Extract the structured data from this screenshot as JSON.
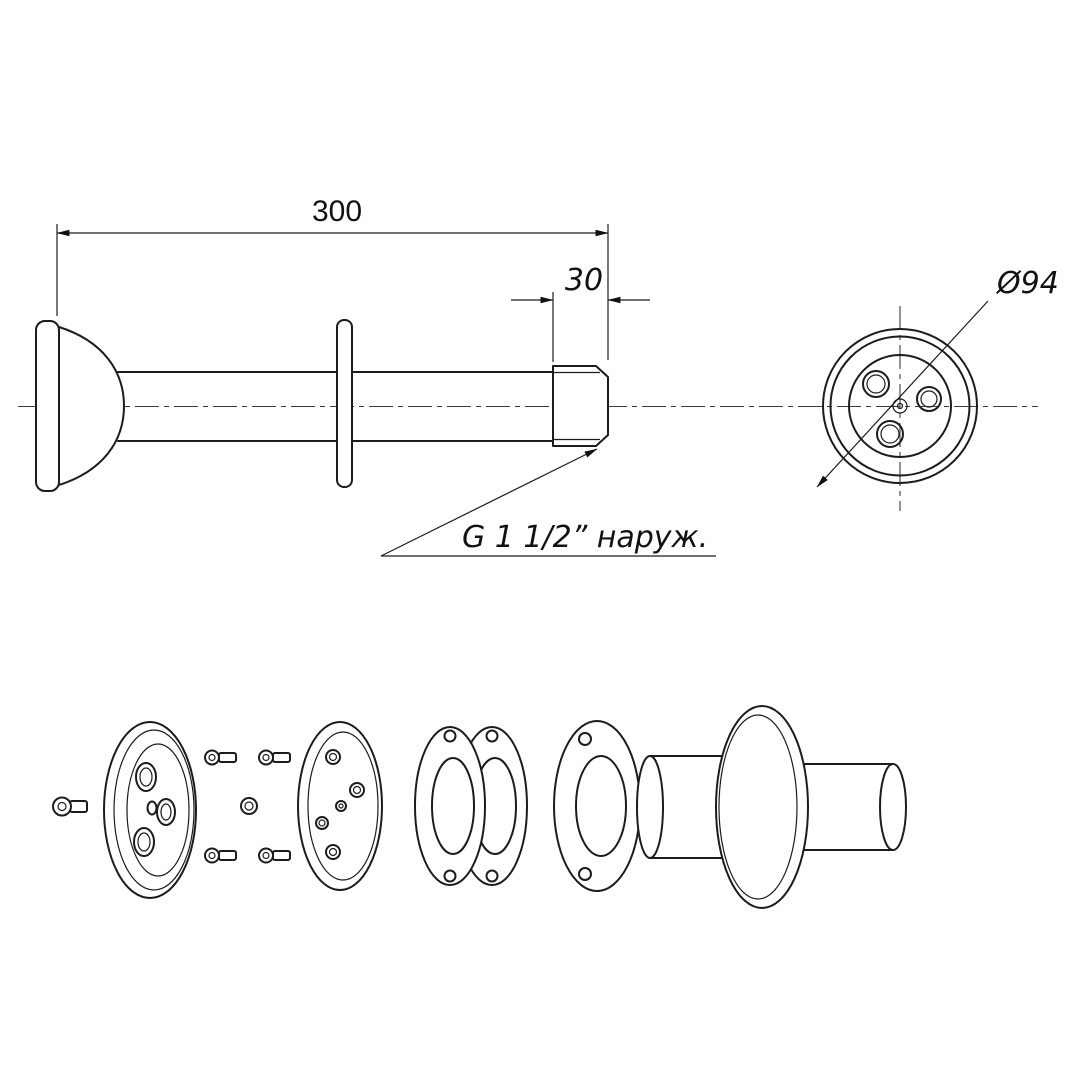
{
  "drawing": {
    "dimensions": {
      "overall_length": "300",
      "thread_length": "30",
      "face_diameter": "Ø94",
      "thread_note": "G 1 1/2” наруж."
    }
  }
}
